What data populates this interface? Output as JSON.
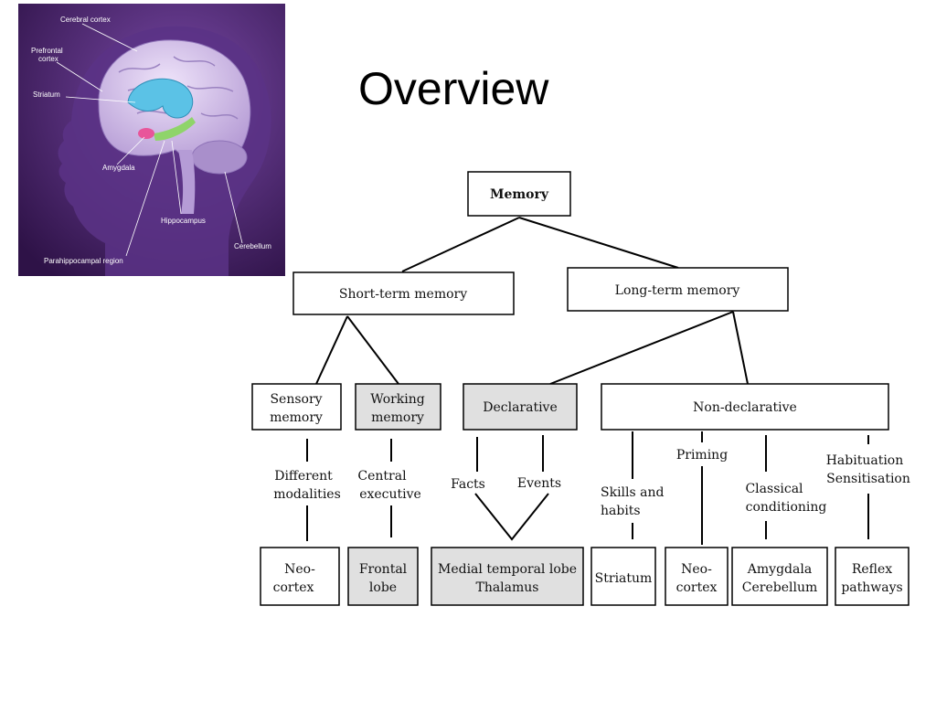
{
  "slide": {
    "title": "Overview"
  },
  "brain": {
    "labels": {
      "cerebral_cortex": "Cerebral cortex",
      "prefrontal_1": "Prefrontal",
      "prefrontal_2": "cortex",
      "striatum": "Striatum",
      "amygdala": "Amygdala",
      "hippocampus": "Hippocampus",
      "cerebellum": "Cerebellum",
      "parahippocampal": "Parahippocampal region"
    },
    "colors": {
      "background": "#3d1c5e",
      "head": "#6a3f93",
      "brain": "#cdb6e6",
      "striatum": "#5bc2e6",
      "hippocampus": "#8fd46a",
      "amygdala": "#e8559a"
    }
  },
  "diagram": {
    "memory": "Memory",
    "short_term": "Short-term memory",
    "long_term": "Long-term memory",
    "sensory": [
      "Sensory",
      "memory"
    ],
    "working": [
      "Working",
      "memory"
    ],
    "declarative": "Declarative",
    "non_declarative": "Non-declarative",
    "labels": {
      "different": [
        "Different",
        "modalities"
      ],
      "central": [
        "Central",
        "executive"
      ],
      "facts": "Facts",
      "events": "Events",
      "skills": [
        "Skills and",
        "habits"
      ],
      "priming": "Priming",
      "classical": [
        "Classical",
        "conditioning"
      ],
      "habituation": [
        "Habituation",
        "Sensitisation"
      ]
    },
    "leaves": {
      "neocortex_1": [
        "Neo-",
        "cortex"
      ],
      "frontal": [
        "Frontal",
        "lobe"
      ],
      "medial": [
        "Medial temporal lobe",
        "Thalamus"
      ],
      "striatum": "Striatum",
      "neocortex_2": [
        "Neo-",
        "cortex"
      ],
      "amygdala": [
        "Amygdala",
        "Cerebellum"
      ],
      "reflex": [
        "Reflex",
        "pathways"
      ]
    }
  }
}
